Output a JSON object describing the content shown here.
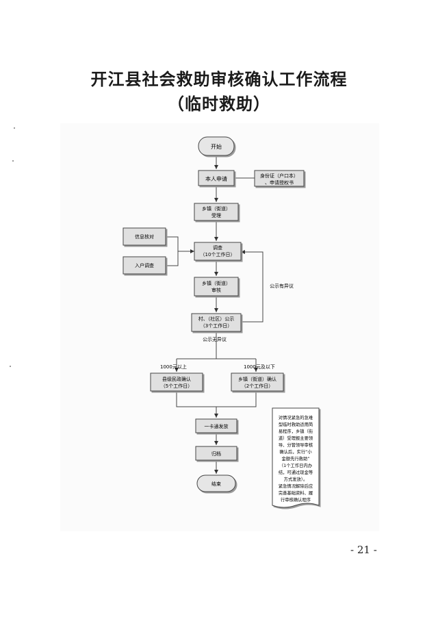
{
  "title": {
    "line1": "开江县社会救助审核确认工作流程",
    "line2": "（临时救助）"
  },
  "flow": {
    "start": "开始",
    "apply": "本人申请",
    "docs": [
      "身份证（户口本）",
      "、申请授权书"
    ],
    "accept": [
      "乡镇（街道）",
      "受理"
    ],
    "info_check": "信息核对",
    "home_survey": "入户调查",
    "survey": [
      "调查",
      "（10个工作日）"
    ],
    "review": [
      "乡镇（街道）",
      "审核"
    ],
    "objection": "公示有异议",
    "publicize": [
      "村、（社区）公示",
      "（3个工作日）"
    ],
    "no_objection": "公示无异议",
    "over_1000": "1000元以上",
    "under_1000": "1000元及以下",
    "county_confirm": [
      "县级民政确认",
      "（5个工作日）"
    ],
    "town_confirm": [
      "乡镇（街道）确认",
      "（2个工作日）"
    ],
    "payment": "一卡通发放",
    "archive": "归档",
    "end": "结束"
  },
  "note": [
    "对情况紧急的急难",
    "型临时救助适用简",
    "易程序，乡镇（街",
    "道）受理报主要领",
    "导、分管领导审核",
    "确认后，实行“小",
    "金额先行救助”",
    "（1个工作日内办",
    "结，可通过现金等",
    "方式发放）。",
    "紧急情况解除后应",
    "完善基础资料、履",
    "行审核确认程序"
  ],
  "page_number": "- 21 -"
}
